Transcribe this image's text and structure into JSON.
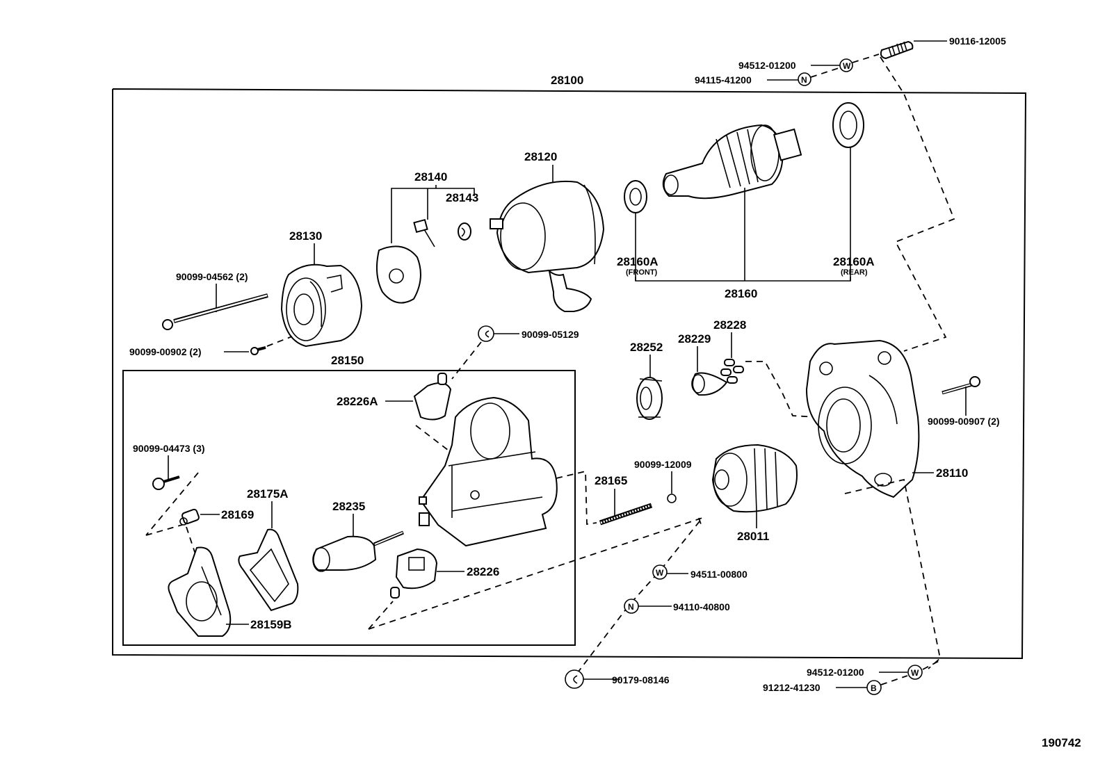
{
  "diagram": {
    "title": "Starter Assembly Exploded Parts Diagram",
    "figure_number": "190742",
    "assembly_number": "28100",
    "sub_assembly_number": "28150",
    "parts": {
      "p28100": "28100",
      "p28150": "28150",
      "p28130": "28130",
      "p28140": "28140",
      "p28143": "28143",
      "p28120": "28120",
      "p28160": "28160",
      "p28160a_front": "28160A",
      "p28160a_front_note": "(FRONT)",
      "p28160a_rear": "28160A",
      "p28160a_rear_note": "(REAR)",
      "p28252": "28252",
      "p28229": "28229",
      "p28228": "28228",
      "p28110": "28110",
      "p28011": "28011",
      "p28165": "28165",
      "p28226a": "28226A",
      "p28226": "28226",
      "p28235": "28235",
      "p28175a": "28175A",
      "p28169": "28169",
      "p28159b": "28159B",
      "b90099_04562": "90099-04562 (2)",
      "b90099_00902": "90099-00902 (2)",
      "b90099_05129": "90099-05129",
      "b90099_04473": "90099-04473 (3)",
      "b90099_12009": "90099-12009",
      "b90099_00907": "90099-00907 (2)",
      "b90116_12005": "90116-12005",
      "w94512_top": "94512-01200",
      "n94115_41200": "94115-41200",
      "w94511_00800": "94511-00800",
      "n94110_40800": "94110-40800",
      "c90179_08146": "90179-08146",
      "w94512_bottom": "94512-01200",
      "b91212_41230": "91212-41230"
    },
    "symbols": {
      "washer": "W",
      "nut": "N",
      "bolt": "B",
      "clip": "C"
    }
  }
}
